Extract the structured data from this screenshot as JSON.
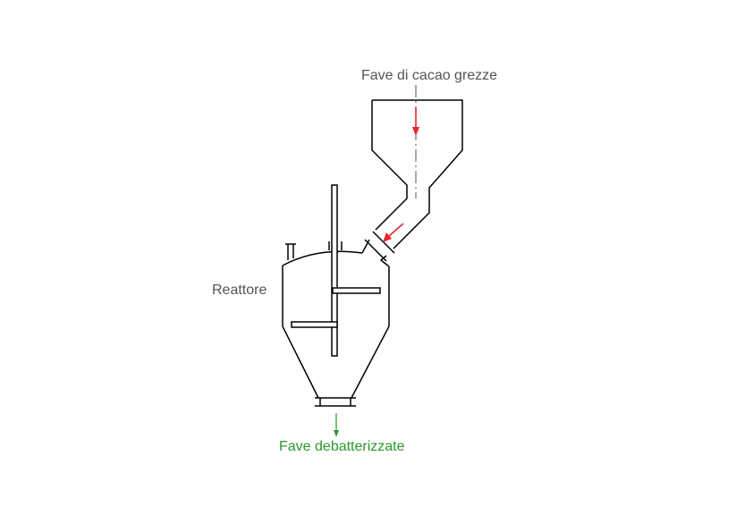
{
  "labels": {
    "input": "Fave di cacao grezze",
    "reactor": "Reattore",
    "output": "Fave debatterizzate"
  },
  "colors": {
    "line": "#000000",
    "text": "#555555",
    "flow_in": "#e8262a",
    "flow_out": "#2a9a2a"
  }
}
